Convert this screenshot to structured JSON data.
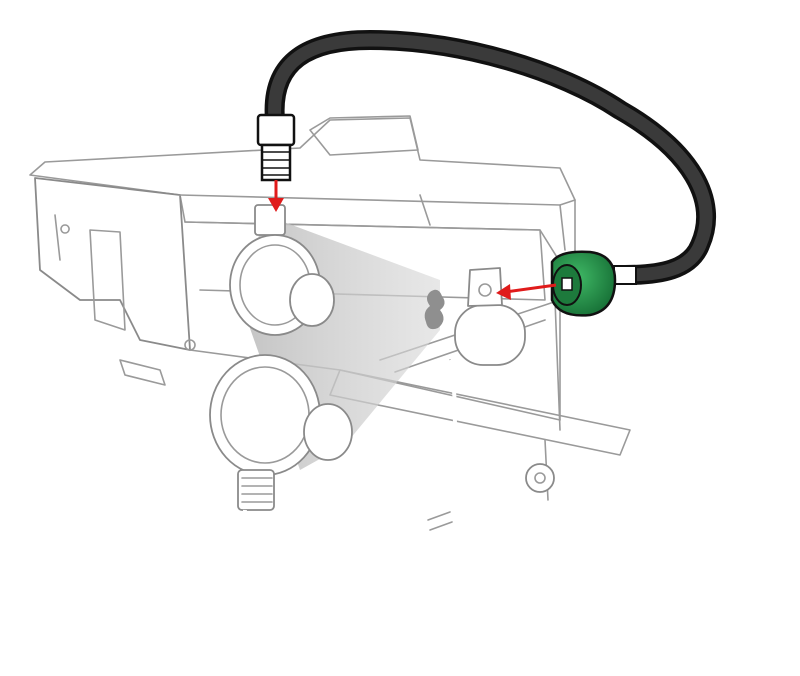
{
  "illustration": {
    "subject": "propane-hose-connection-diagram",
    "colors": {
      "hose": "#2b2b2b",
      "connector": "#1f8a45",
      "arrow": "#e01b1b",
      "outline": "#9a9a9a",
      "shadow_cone": "#c8c8c8",
      "background": "#ffffff"
    },
    "parts": [
      "trailer",
      "two-stage-regulator",
      "propane-tank",
      "hose",
      "qcc-connector",
      "brass-fitting"
    ]
  }
}
